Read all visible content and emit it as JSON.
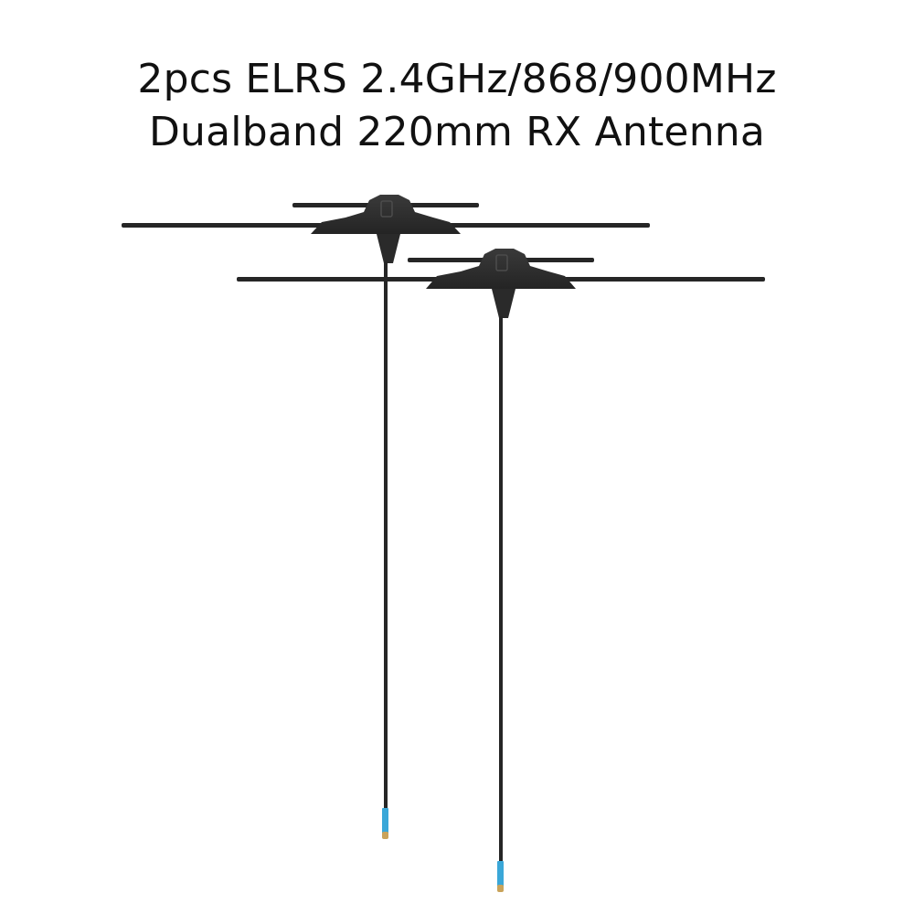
{
  "product": {
    "title_line_1": "2pcs ELRS 2.4GHz/868/900MHz",
    "title_line_2": "Dualband 220mm RX Antenna"
  },
  "colors": {
    "background": "#ffffff",
    "text": "#111111",
    "antenna_body": "#2f2f2f",
    "antenna_wire": "#262626",
    "connector_sleeve": "#3aa7d8",
    "connector_tip": "#c9a35a"
  },
  "antennas": [
    {
      "name": "antenna-back"
    },
    {
      "name": "antenna-front"
    }
  ]
}
